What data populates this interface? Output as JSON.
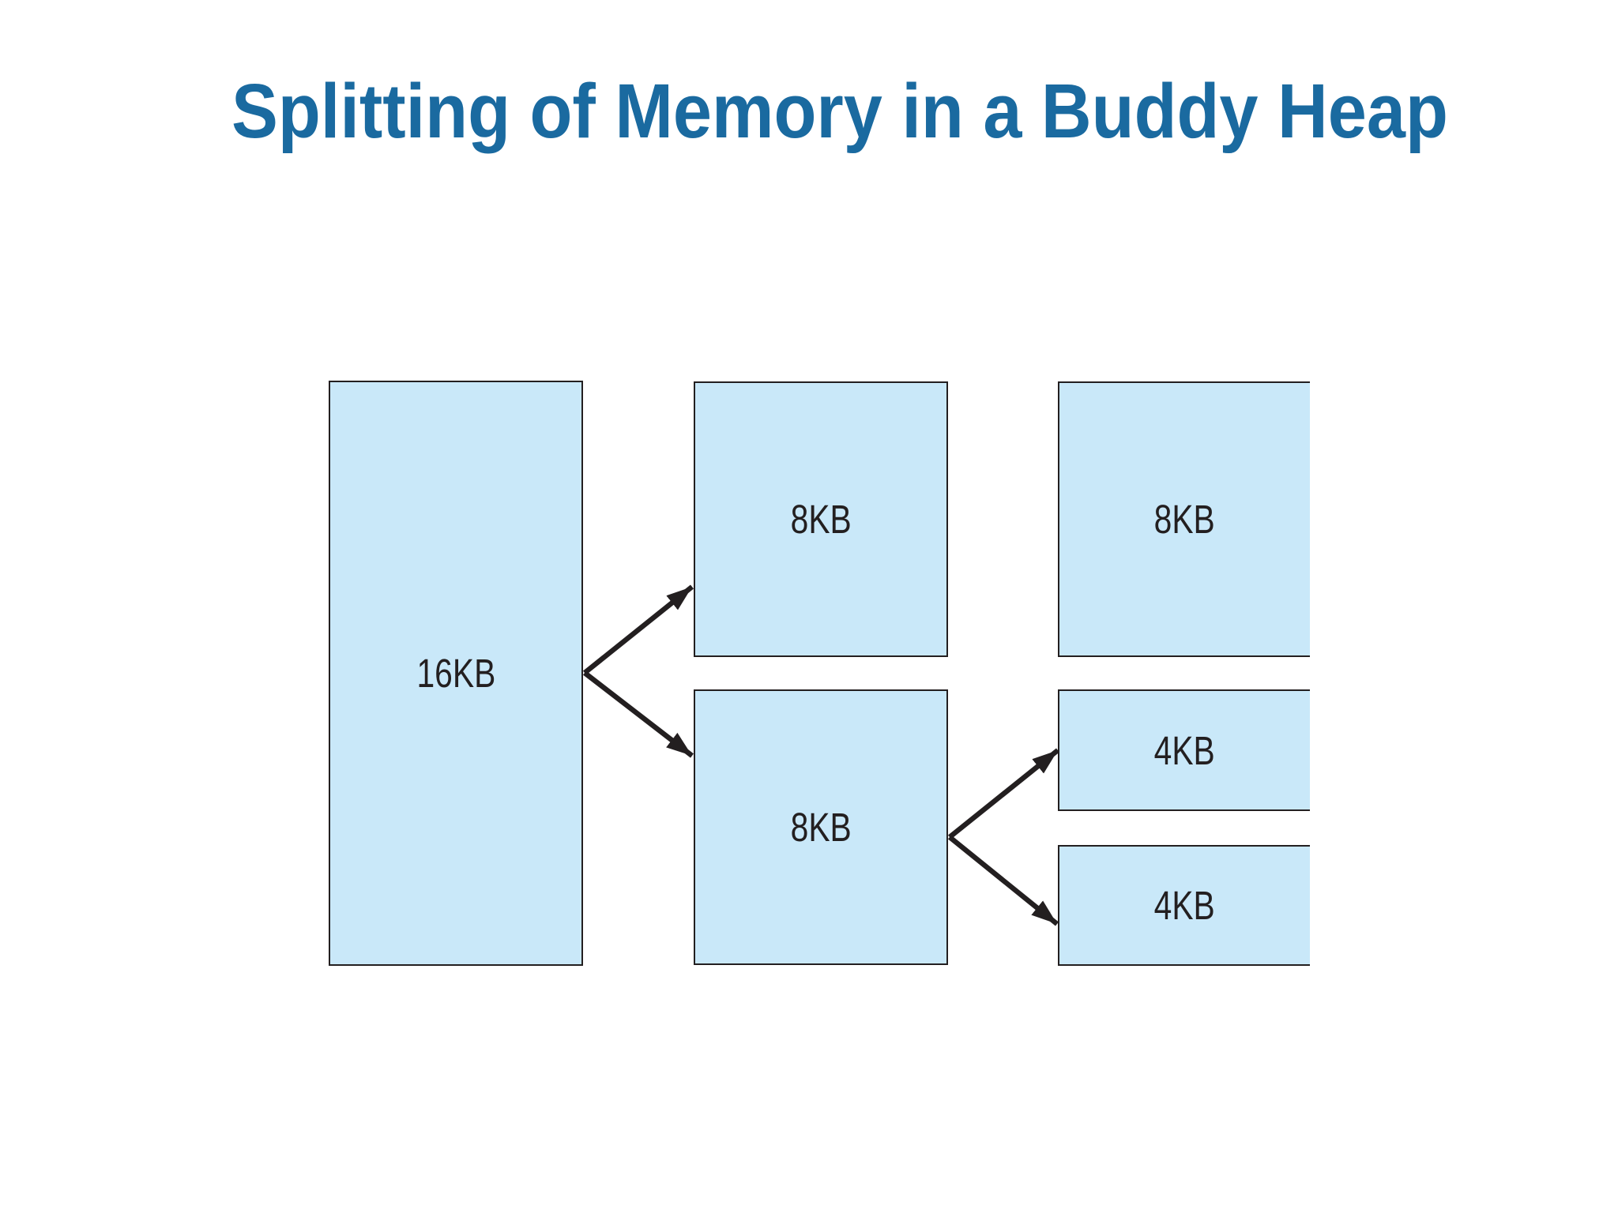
{
  "slide": {
    "title": "Splitting of Memory in a Buddy Heap"
  },
  "colors": {
    "background": "#ffffff",
    "title-color": "#1a6aa0",
    "box-fill": "#c9e8f9",
    "line-color": "#231f20"
  },
  "diagram": {
    "blocks": [
      {
        "id": "block-16kb",
        "label": "16KB",
        "column": 1
      },
      {
        "id": "block-8kb-upper",
        "label": "8KB",
        "column": 2
      },
      {
        "id": "block-8kb-lower",
        "label": "8KB",
        "column": 2
      },
      {
        "id": "block-8kb-right",
        "label": "8KB",
        "column": 3
      },
      {
        "id": "block-4kb-upper",
        "label": "4KB",
        "column": 3
      },
      {
        "id": "block-4kb-lower",
        "label": "4KB",
        "column": 3
      }
    ],
    "splits": [
      {
        "from": "block-16kb",
        "to": [
          "block-8kb-upper",
          "block-8kb-lower"
        ]
      },
      {
        "from": "block-8kb-lower",
        "to": [
          "block-4kb-upper",
          "block-4kb-lower"
        ]
      }
    ]
  }
}
